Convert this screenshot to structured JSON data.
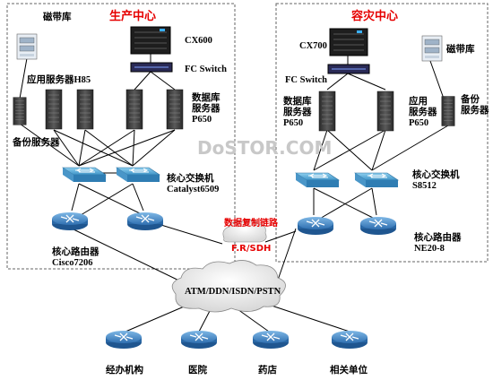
{
  "left_site": {
    "title": "生产中心",
    "tape_library": "磁带库",
    "app_servers": "应用服务器H85",
    "storage": "CX600",
    "fc_switch": "FC Switch",
    "db_servers": [
      "数据库",
      "服务器",
      "P650"
    ],
    "backup_server": "备份服务器",
    "core_switch": [
      "核心交换机",
      "Catalyst6509"
    ],
    "core_router": [
      "核心路由器",
      "Cisco7206"
    ]
  },
  "right_site": {
    "title": "容灾中心",
    "storage": "CX700",
    "tape_library": "磁带库",
    "fc_switch": "FC Switch",
    "db_servers": [
      "数据库",
      "服务器",
      "P650"
    ],
    "app_servers": [
      "应用",
      "服务器",
      "P650"
    ],
    "backup_server": [
      "备份",
      "服务器"
    ],
    "core_switch": [
      "核心交换机",
      "S8512"
    ],
    "core_router": [
      "核心路由器",
      "NE20-8"
    ]
  },
  "link": {
    "label": "数据复制链路",
    "type": "F.R/SDH"
  },
  "wan": {
    "label": "ATM/DDN/ISDN/PSTN"
  },
  "branches": [
    "经办机构",
    "医院",
    "药店",
    "相关单位"
  ],
  "watermark": "DoSTOR.COM",
  "colors": {
    "router": "#3d7fc1",
    "switch": "#5aa9d6",
    "server": "#3a3a3a",
    "title_red": "#e60000",
    "border": "#666666"
  }
}
